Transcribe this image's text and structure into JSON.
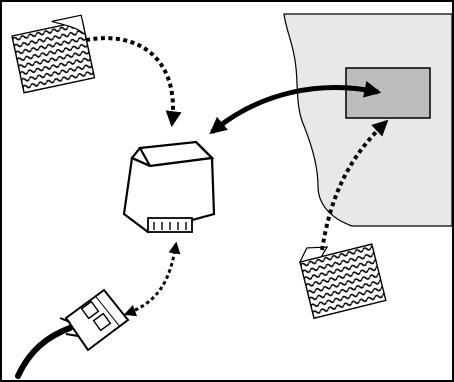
{
  "diagram": {
    "kind": "wiring-illustration",
    "colors": {
      "stroke": "#000000",
      "panel_fill": "#e8e8e8",
      "module_fill": "#bdbdbd",
      "background": "#ffffff"
    },
    "parts": [
      {
        "id": "adhesive-pad-top-left",
        "icon": "adhesive-pad-icon"
      },
      {
        "id": "connector-box",
        "icon": "connector-box-icon"
      },
      {
        "id": "mounting-surface",
        "icon": "vehicle-panel-icon"
      },
      {
        "id": "target-module",
        "icon": "module-rectangle-icon"
      },
      {
        "id": "adhesive-pad-bottom-right",
        "icon": "adhesive-pad-icon"
      },
      {
        "id": "wire-harness-plug",
        "icon": "harness-plug-icon"
      }
    ],
    "arrows": [
      {
        "from": "adhesive-pad-top-left",
        "to": "connector-box",
        "style": "dotted"
      },
      {
        "from": "connector-box",
        "to": "target-module",
        "style": "solid",
        "bidirectional": true
      },
      {
        "from": "adhesive-pad-bottom-right",
        "to": "target-module",
        "style": "dotted"
      },
      {
        "from": "connector-box",
        "to": "wire-harness-plug",
        "style": "dotted",
        "bidirectional": true
      }
    ]
  }
}
